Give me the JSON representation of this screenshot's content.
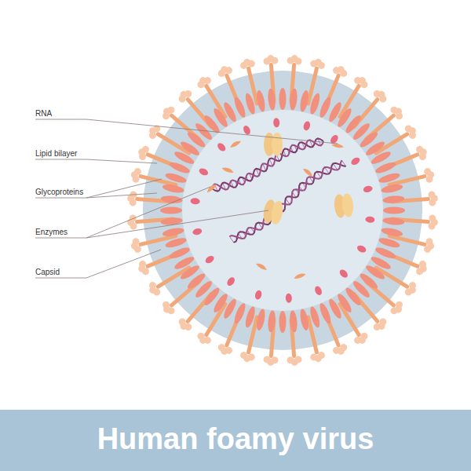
{
  "diagram": {
    "title": "Human foamy virus",
    "labels": [
      "RNA",
      "Lipid bilayer",
      "Glycoproteins",
      "Enzymes",
      "Capsid"
    ]
  }
}
